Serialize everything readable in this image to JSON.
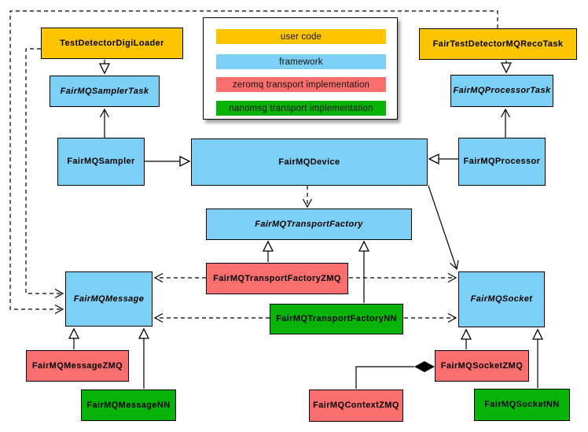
{
  "colors": {
    "user_code": "#FFC400",
    "framework": "#7DD0F5",
    "zeromq": "#FB6E6E",
    "nanomsg": "#07B307",
    "line": "#000000"
  },
  "legend": {
    "items": [
      {
        "label": "user code",
        "color": "#FFC400"
      },
      {
        "label": "framework",
        "color": "#7DD0F5"
      },
      {
        "label": "zeromq transport implementation",
        "color": "#FB6E6E"
      },
      {
        "label": "nanomsg transport implementation",
        "color": "#07B307"
      }
    ]
  },
  "classes": {
    "digiLoader": {
      "label": "TestDetectorDigiLoader",
      "category": "user code",
      "abstract": false
    },
    "recoTask": {
      "label": "FairTestDetectorMQRecoTask",
      "category": "user code",
      "abstract": false
    },
    "samplerTask": {
      "label": "FairMQSamplerTask",
      "category": "framework",
      "abstract": true
    },
    "processorTask": {
      "label": "FairMQProcessorTask",
      "category": "framework",
      "abstract": true
    },
    "sampler": {
      "label": "FairMQSampler",
      "category": "framework",
      "abstract": false
    },
    "device": {
      "label": "FairMQDevice",
      "category": "framework",
      "abstract": false
    },
    "processor": {
      "label": "FairMQProcessor",
      "category": "framework",
      "abstract": false
    },
    "transportFactory": {
      "label": "FairMQTransportFactory",
      "category": "framework",
      "abstract": true
    },
    "transportFactoryZMQ": {
      "label": "FairMQTransportFactoryZMQ",
      "category": "zeromq",
      "abstract": false
    },
    "transportFactoryNN": {
      "label": "FairMQTransportFactoryNN",
      "category": "nanomsg",
      "abstract": false
    },
    "message": {
      "label": "FairMQMessage",
      "category": "framework",
      "abstract": true
    },
    "socket": {
      "label": "FairMQSocket",
      "category": "framework",
      "abstract": true
    },
    "messageZMQ": {
      "label": "FairMQMessageZMQ",
      "category": "zeromq",
      "abstract": false
    },
    "messageNN": {
      "label": "FairMQMessageNN",
      "category": "nanomsg",
      "abstract": false
    },
    "contextZMQ": {
      "label": "FairMQContextZMQ",
      "category": "zeromq",
      "abstract": false
    },
    "socketZMQ": {
      "label": "FairMQSocketZMQ",
      "category": "zeromq",
      "abstract": false
    },
    "socketNN": {
      "label": "FairMQSocketNN",
      "category": "nanomsg",
      "abstract": false
    }
  },
  "relations": [
    {
      "from": "TestDetectorDigiLoader",
      "to": "FairMQSamplerTask",
      "type": "inheritance"
    },
    {
      "from": "FairTestDetectorMQRecoTask",
      "to": "FairMQProcessorTask",
      "type": "inheritance"
    },
    {
      "from": "FairMQSampler",
      "to": "FairMQDevice",
      "type": "inheritance"
    },
    {
      "from": "FairMQProcessor",
      "to": "FairMQDevice",
      "type": "inheritance"
    },
    {
      "from": "FairMQTransportFactoryZMQ",
      "to": "FairMQTransportFactory",
      "type": "inheritance"
    },
    {
      "from": "FairMQTransportFactoryNN",
      "to": "FairMQTransportFactory",
      "type": "inheritance"
    },
    {
      "from": "FairMQMessageZMQ",
      "to": "FairMQMessage",
      "type": "inheritance"
    },
    {
      "from": "FairMQMessageNN",
      "to": "FairMQMessage",
      "type": "inheritance"
    },
    {
      "from": "FairMQSocketZMQ",
      "to": "FairMQSocket",
      "type": "inheritance"
    },
    {
      "from": "FairMQSocketNN",
      "to": "FairMQSocket",
      "type": "inheritance"
    },
    {
      "from": "FairMQSampler",
      "to": "FairMQSamplerTask",
      "type": "association"
    },
    {
      "from": "FairMQProcessor",
      "to": "FairMQProcessorTask",
      "type": "association"
    },
    {
      "from": "FairMQDevice",
      "to": "FairMQSocket",
      "type": "association"
    },
    {
      "from": "FairMQDevice",
      "to": "FairMQTransportFactory",
      "type": "dependency"
    },
    {
      "from": "FairMQTransportFactoryZMQ",
      "to": "FairMQMessage",
      "type": "dependency"
    },
    {
      "from": "FairMQTransportFactoryZMQ",
      "to": "FairMQSocket",
      "type": "dependency"
    },
    {
      "from": "FairMQTransportFactoryNN",
      "to": "FairMQMessage",
      "type": "dependency"
    },
    {
      "from": "FairMQTransportFactoryNN",
      "to": "FairMQSocket",
      "type": "dependency"
    },
    {
      "from": "TestDetectorDigiLoader",
      "to": "FairMQMessage",
      "type": "dependency"
    },
    {
      "from": "FairTestDetectorMQRecoTask",
      "to": "FairMQMessage",
      "type": "dependency"
    },
    {
      "from": "FairMQContextZMQ",
      "to": "FairMQSocketZMQ",
      "type": "composition"
    }
  ]
}
